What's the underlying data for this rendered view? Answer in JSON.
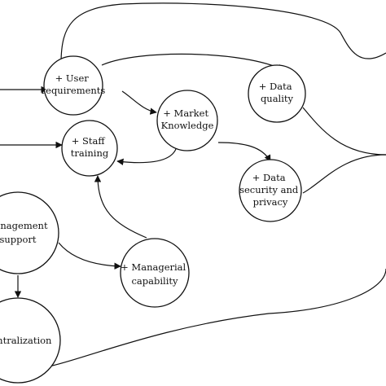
{
  "diagram": {
    "nodes": [
      {
        "id": "user",
        "lines": [
          "+ User",
          "requirements"
        ]
      },
      {
        "id": "market",
        "lines": [
          "+ Market",
          "Knowledge"
        ]
      },
      {
        "id": "dataq",
        "lines": [
          "+ Data",
          "quality"
        ]
      },
      {
        "id": "staff",
        "lines": [
          "+ Staff",
          "training"
        ]
      },
      {
        "id": "datasec",
        "lines": [
          "+ Data",
          "security and",
          "privacy"
        ]
      },
      {
        "id": "mgmt",
        "lines": [
          "Management",
          "support"
        ]
      },
      {
        "id": "capab",
        "lines": [
          "+ Managerial",
          "capability"
        ]
      },
      {
        "id": "central",
        "lines": [
          "Centralization"
        ]
      }
    ],
    "colors": {
      "stroke": "#111111",
      "fill": "#ffffff"
    }
  }
}
